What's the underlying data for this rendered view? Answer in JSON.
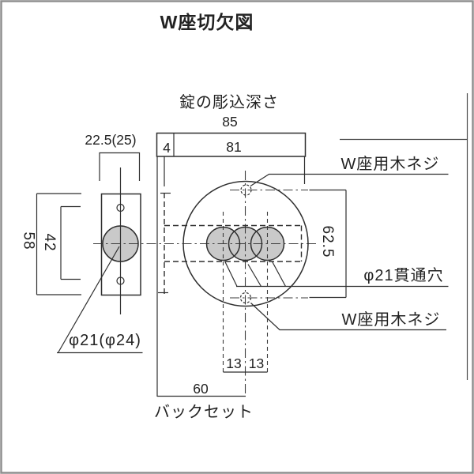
{
  "title": "W座切欠図",
  "diagram": {
    "labels": {
      "mortise_depth": "錠の彫込深さ",
      "wood_screw_top": "W座用木ネジ",
      "wood_screw_bottom": "W座用木ネジ",
      "through_hole": "φ21貫通穴",
      "knob_hole": "φ21(φ24)",
      "backset": "バックセット"
    },
    "dimensions": {
      "overall_depth": "85",
      "faceplate_thickness": "4",
      "mortise_depth": "81",
      "plate_width": "22.5(25)",
      "plate_height": "58",
      "plate_screw_pitch": "42",
      "rose_screw_pitch": "62.5",
      "hole_spacing_left": "13",
      "hole_spacing_right": "13",
      "backset_value": "60"
    },
    "colors": {
      "line": "#2f2f2f",
      "hole_fill": "#c9c9c9",
      "text": "#222222",
      "border": "#8f8f8f"
    }
  }
}
